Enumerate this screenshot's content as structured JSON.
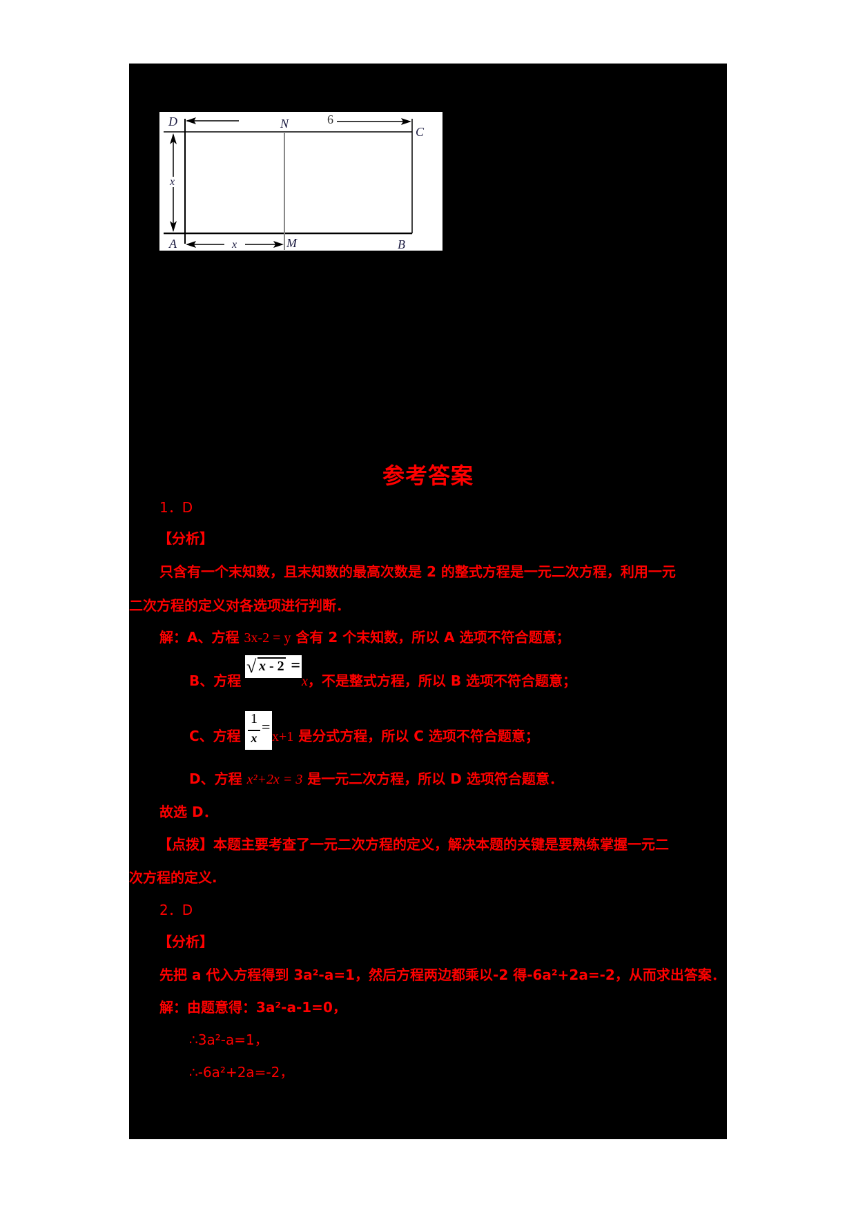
{
  "figure": {
    "labels": {
      "D": "D",
      "N": "N",
      "C": "C",
      "A": "A",
      "M": "M",
      "B": "B"
    },
    "dim_top": "6",
    "dim_left": "x",
    "dim_bottom": "x"
  },
  "answers": {
    "title": "参考答案",
    "q1": {
      "number": "1．D",
      "analysis_heading": "【分析】",
      "analysis_line1": "只含有一个末知数，且末知数的最高次数是 2 的整式方程是一元二次方程，利用一元",
      "analysis_line2": "二次方程的定义对各选项进行判断．",
      "solution_a_prefix": "解：A、方程 ",
      "solution_a_eq": "3x-2 = y",
      "solution_a_suffix": " 含有 2 个末知数，所以 A 选项不符合题意；",
      "solution_b_prefix": "B、方程",
      "solution_b_eq_box": "√x - 2 =",
      "solution_b_rest_var": "x",
      "solution_b_suffix": "，不是整式方程，所以 B 选项不符合题意；",
      "solution_c_prefix": "C、方程",
      "solution_c_frac_num": "1",
      "solution_c_frac_den": "x",
      "solution_c_eq": "=",
      "solution_c_rest": "x+1",
      "solution_c_suffix": " 是分式方程，所以 C 选项不符合题意；",
      "solution_d_prefix": "D、方程 ",
      "solution_d_eq": "x²+2x = 3",
      "solution_d_suffix": " 是一元二次方程，所以 D 选项符合题意．",
      "conclusion": "故选 D．",
      "tip_line1": "【点拨】本题主要考查了一元二次方程的定义，解决本题的关键是要熟练掌握一元二",
      "tip_line2": "次方程的定义."
    },
    "q2": {
      "number": "2．D",
      "analysis_heading": "【分析】",
      "analysis_line": "先把 a 代入方程得到 3a²-a=1，然后方程两边都乘以-2 得-6a²+2a=-2，从而求出答案．",
      "solution_line1": "解：由题意得：3a²-a-1=0，",
      "solution_line2": "∴3a²-a=1，",
      "solution_line3": "∴-6a²+2a=-2，"
    }
  },
  "colors": {
    "text": "#ff0000",
    "background_page": "#000000",
    "figure_bg": "#ffffff"
  }
}
